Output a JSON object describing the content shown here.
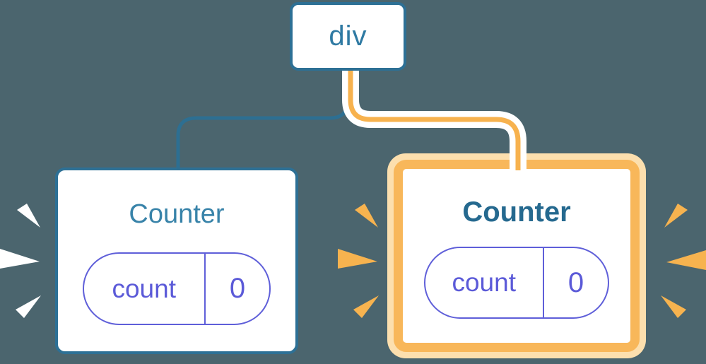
{
  "diagram": {
    "description": "React component tree: a div parent with two Counter children; the right Counter is highlighted as freshly rendered",
    "root_node": {
      "label": "div"
    },
    "left_counter": {
      "title": "Counter",
      "highlighted": false,
      "state": {
        "key": "count",
        "value": "0"
      }
    },
    "right_counter": {
      "title": "Counter",
      "highlighted": true,
      "state": {
        "key": "count",
        "value": "0"
      }
    }
  },
  "icons": {
    "left_card_bursts": "white emphasis spark marks on left side of left Counter card",
    "right_card_bursts": "orange emphasis spark marks on both sides of highlighted Counter card"
  },
  "colors": {
    "background": "#4b656e",
    "node_border_blue": "#2d7095",
    "edge_blue": "#2d6f92",
    "edge_orange": "#f7b24e",
    "edge_outline_white": "#ffffff",
    "highlight_ring_pale": "#fcdfae",
    "highlight_ring_amber": "#f8b75a",
    "title_blue": "#3883a9",
    "title_blue_bold": "#25698f",
    "pill_indigo": "#5b5ad8",
    "card_fill": "#ffffff",
    "burst_white": "#ffffff",
    "burst_orange": "#f7b34f"
  }
}
